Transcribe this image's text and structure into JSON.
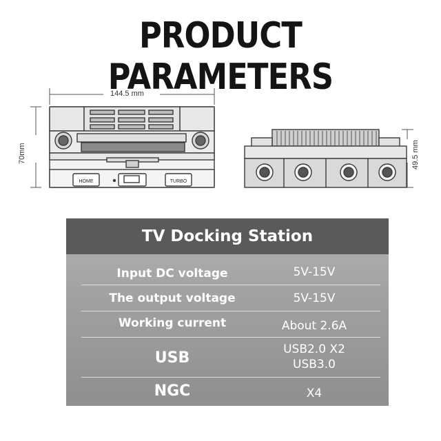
{
  "page": {
    "title": "PRODUCT PARAMETERS"
  },
  "dimensions": {
    "width": "144.5 mm",
    "height": "70mm",
    "depth": "49.5 mm"
  },
  "front_view": {
    "home_label": "HOME",
    "turbo_label": "TURBO"
  },
  "table": {
    "header": "TV Docking Station",
    "rows": [
      {
        "label": "Input DC voltage",
        "value": "5V-15V"
      },
      {
        "label": "The output voltage",
        "value": "5V-15V"
      },
      {
        "label": "Working current",
        "value": "About 2.6A"
      },
      {
        "label": "USB",
        "value_line1": "USB2.0  X2",
        "value_line2": "USB3.0"
      },
      {
        "label": "NGC",
        "value": "X4"
      }
    ]
  },
  "colors": {
    "title": "#141414",
    "table_header_bg": "#5a5a5a",
    "table_body_bg": "#a2a2a2",
    "table_text": "#ffffff"
  }
}
